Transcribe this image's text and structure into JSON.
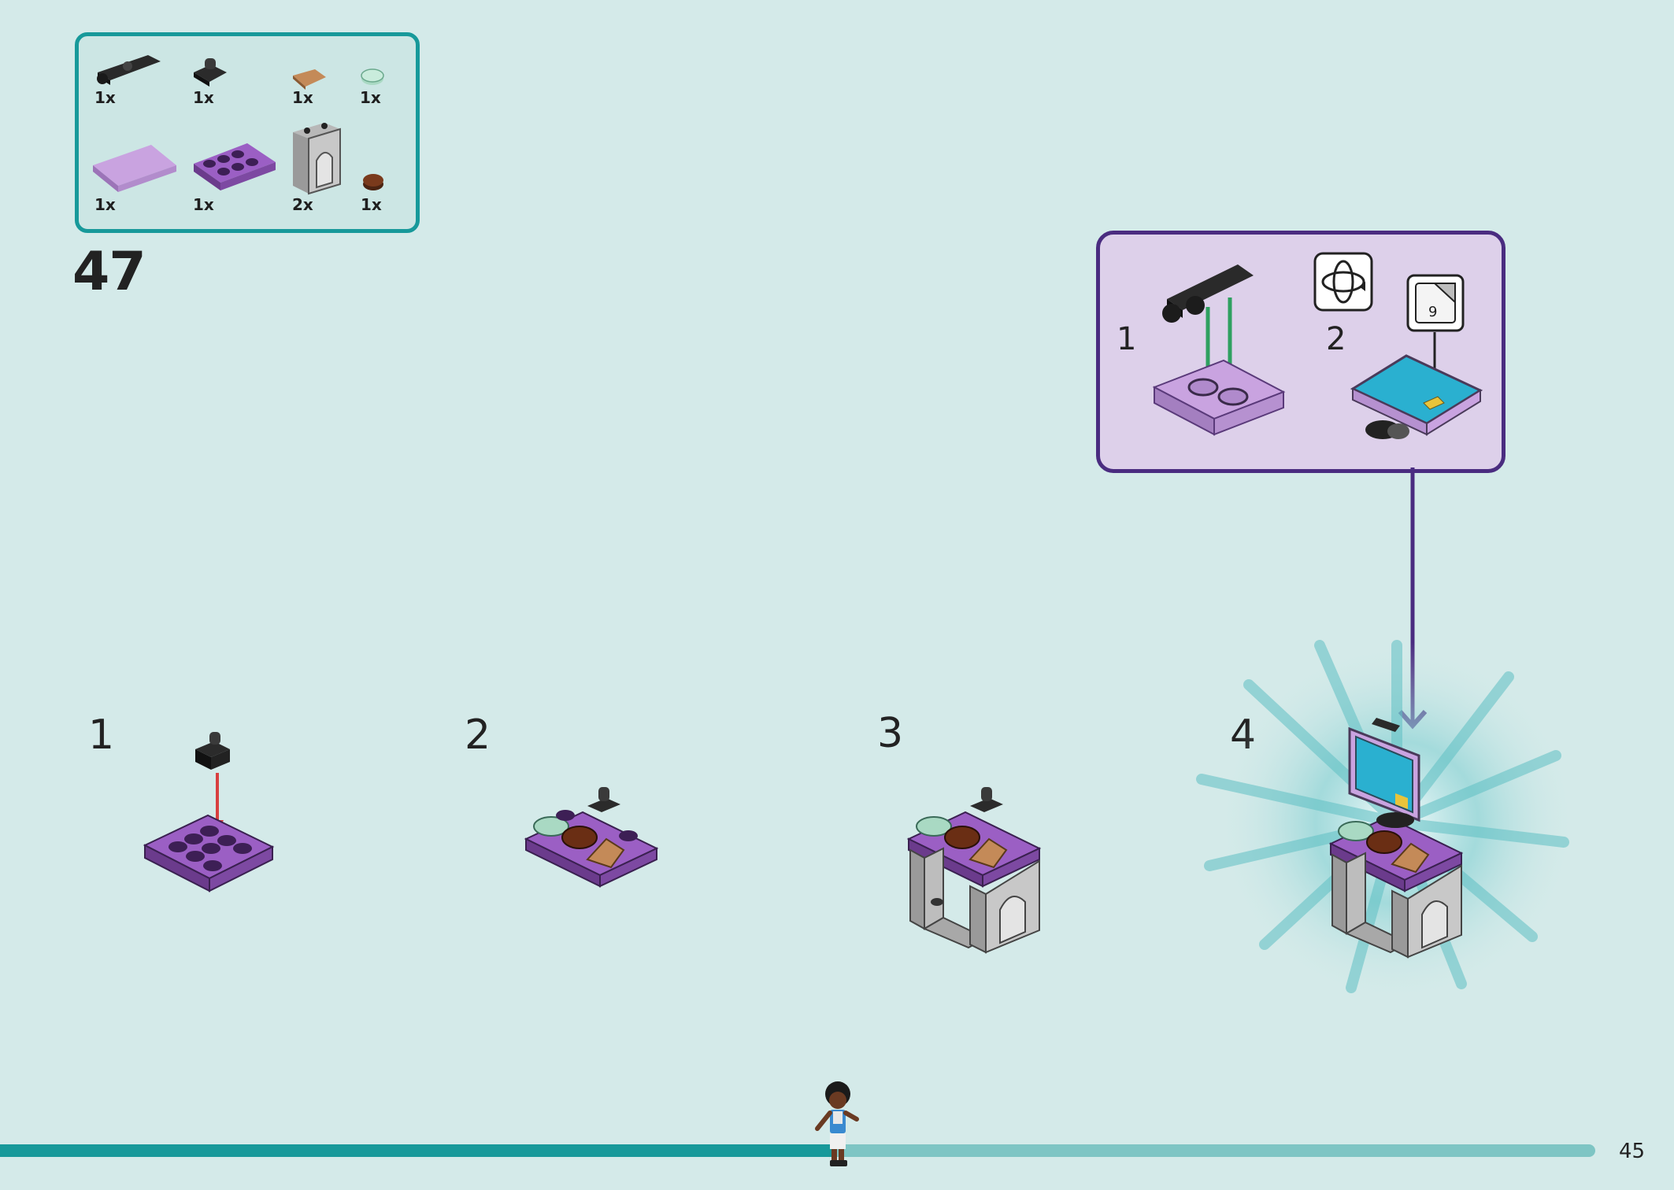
{
  "page": {
    "number": "45",
    "accent_color": "#17999a",
    "background": "#d4eae9"
  },
  "parts_list": {
    "items": [
      {
        "qty": "1x",
        "icon": "black-clip-plate-icon"
      },
      {
        "qty": "1x",
        "icon": "black-clip-icon"
      },
      {
        "qty": "1x",
        "icon": "tan-wedge-tile-icon"
      },
      {
        "qty": "1x",
        "icon": "mint-round-tile-icon"
      },
      {
        "qty": "1x",
        "icon": "lavender-tile-icon"
      },
      {
        "qty": "1x",
        "icon": "purple-plate-2x4-icon"
      },
      {
        "qty": "2x",
        "icon": "gray-arch-bracket-icon"
      },
      {
        "qty": "1x",
        "icon": "brown-round-tile-icon"
      }
    ]
  },
  "step": {
    "number": "47"
  },
  "sub_assembly": {
    "steps": [
      {
        "number": "1"
      },
      {
        "number": "2",
        "sticker_number": "9"
      }
    ],
    "icons": [
      "rotate-model-icon",
      "sticker-icon"
    ],
    "border_color": "#4a2c80"
  },
  "substeps": [
    {
      "number": "1"
    },
    {
      "number": "2"
    },
    {
      "number": "3"
    },
    {
      "number": "4"
    }
  ]
}
